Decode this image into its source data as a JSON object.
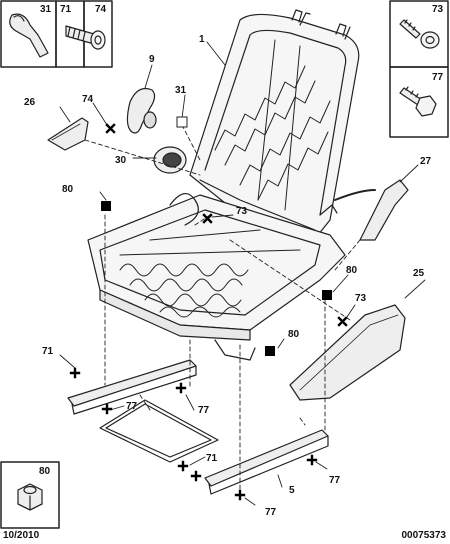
{
  "diagram": {
    "callouts": {
      "c1": "1",
      "c5": "5",
      "c9": "9",
      "c25": "25",
      "c26": "26",
      "c27": "27",
      "c30": "30",
      "c31": "31",
      "c71a": "71",
      "c71b": "71",
      "c73a": "73",
      "c73b": "73",
      "c74": "74",
      "c77a": "77",
      "c77b": "77",
      "c77c": "77",
      "c77d": "77",
      "c80a": "80",
      "c80b": "80",
      "c80c": "80"
    },
    "inset_boxes": {
      "b31": "31",
      "b71": "71",
      "b74": "74",
      "b73": "73",
      "b77": "77",
      "b80": "80"
    },
    "footer": {
      "date": "10/2010",
      "reference": "00075373"
    }
  }
}
